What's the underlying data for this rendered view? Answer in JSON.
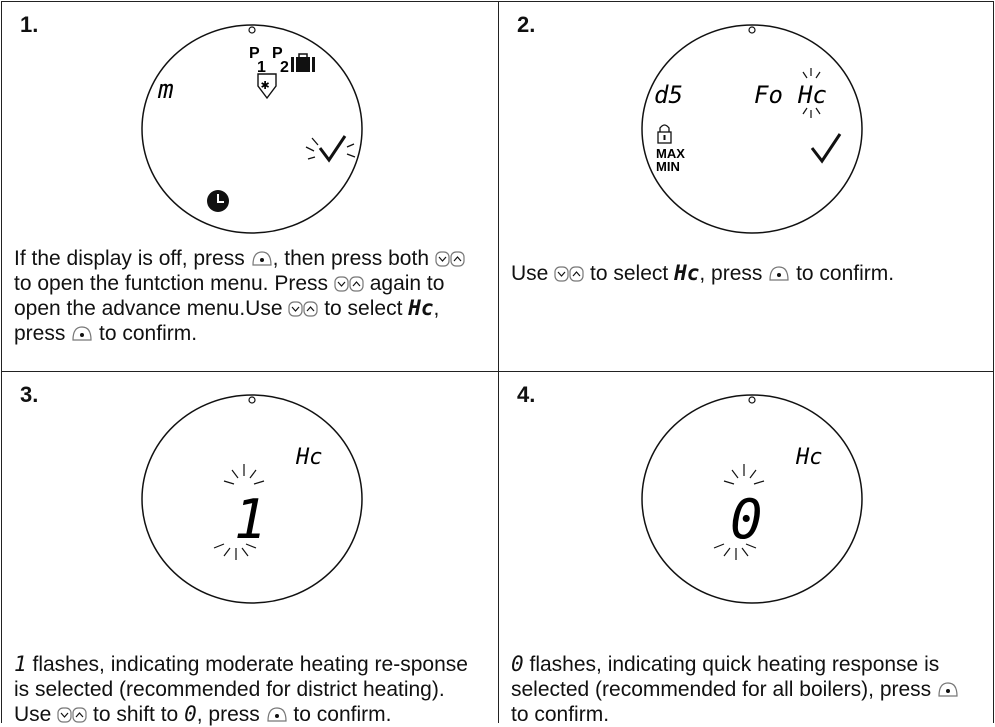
{
  "panels": [
    {
      "number": "1.",
      "display": {
        "left_code": "m",
        "p1": "P",
        "p1_sub": "1",
        "p2": "P",
        "p2_sub": "2"
      },
      "text": {
        "a": "If the display is off, press ",
        "b": ", then press both",
        "c": " to open the funtction menu. Press ",
        "d": " again to open the advance menu.Use ",
        "e": " to select ",
        "f": ", press ",
        "g": " to confirm."
      }
    },
    {
      "number": "2.",
      "display": {
        "left_code": "d5",
        "right_code": "Fo",
        "selected_code": "Hc",
        "max_label": "MAX",
        "min_label": "MIN"
      },
      "text": {
        "a": "Use ",
        "b": " to select ",
        "c": ", press ",
        "d": " to confirm."
      }
    },
    {
      "number": "3.",
      "display": {
        "code": "Hc",
        "value": "1"
      },
      "text": {
        "value": "1",
        "a": " flashes, indicating moderate heating re-sponse is selected (recommended for district heating). Use ",
        "b": " to shift to ",
        "c": "0",
        "d": ", press ",
        "e": " to confirm."
      }
    },
    {
      "number": "4.",
      "display": {
        "code": "Hc",
        "value": "0"
      },
      "text": {
        "value": "0",
        "a": " flashes, indicating quick heating response is selected (recommended for all boilers), press ",
        "b": " to confirm."
      }
    }
  ],
  "icons": {
    "ok_button": "ok-button-icon",
    "arrows_button": "down-up-arrows-icon",
    "code_glyph": "Hc"
  }
}
